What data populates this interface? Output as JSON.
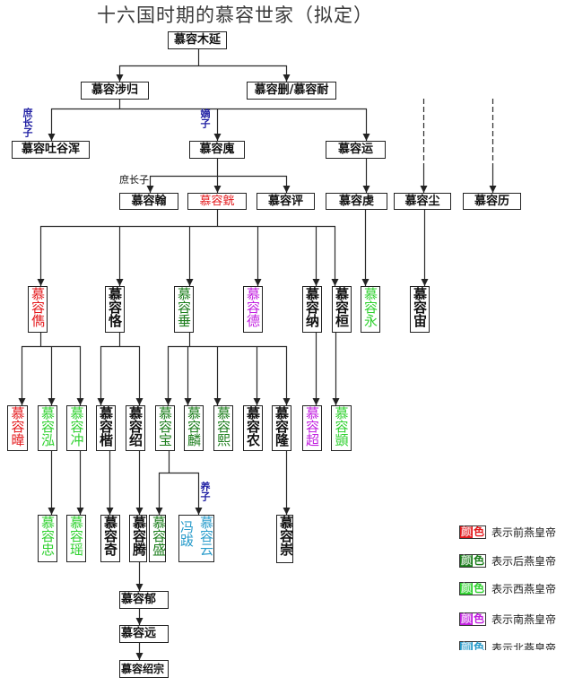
{
  "title": "十六国时期的慕容世家（拟定）",
  "dynasty_colors": {
    "none": "#111111",
    "former_yan": "#e4191c",
    "later_yan": "#1b7d1b",
    "western_yan": "#2fd12f",
    "southern_yan": "#c21fe0",
    "northern_yan": "#2a9ccb"
  },
  "people": {
    "muyan": {
      "name": "慕容木延",
      "dynasty": "none"
    },
    "shegui": {
      "name": "慕容涉归",
      "dynasty": "none"
    },
    "shannai": {
      "name": "慕容删/慕容耐",
      "dynasty": "none"
    },
    "tuyuhun": {
      "name": "慕容吐谷浑",
      "dynasty": "none"
    },
    "hui": {
      "name": "慕容廆",
      "dynasty": "none"
    },
    "yun_uncle": {
      "name": "慕容运",
      "dynasty": "none"
    },
    "han": {
      "name": "慕容翰",
      "dynasty": "none"
    },
    "huang": {
      "name": "慕容皝",
      "dynasty": "former_yan"
    },
    "ping": {
      "name": "慕容评",
      "dynasty": "none"
    },
    "qian": {
      "name": "慕容虔",
      "dynasty": "none"
    },
    "chen": {
      "name": "慕容尘",
      "dynasty": "none"
    },
    "li": {
      "name": "慕容历",
      "dynasty": "none"
    },
    "jun": {
      "name": "慕容儁",
      "dynasty": "former_yan"
    },
    "ke": {
      "name": "慕容恪",
      "dynasty": "none"
    },
    "chui": {
      "name": "慕容垂",
      "dynasty": "later_yan"
    },
    "de": {
      "name": "慕容德",
      "dynasty": "southern_yan"
    },
    "na": {
      "name": "慕容纳",
      "dynasty": "none"
    },
    "huan": {
      "name": "慕容桓",
      "dynasty": "none"
    },
    "yong": {
      "name": "慕容永",
      "dynasty": "western_yan"
    },
    "zhou": {
      "name": "慕容宙",
      "dynasty": "none"
    },
    "wei": {
      "name": "慕容暐",
      "dynasty": "former_yan"
    },
    "hong": {
      "name": "慕容泓",
      "dynasty": "western_yan"
    },
    "chong": {
      "name": "慕容冲",
      "dynasty": "western_yan"
    },
    "kai": {
      "name": "慕容楷",
      "dynasty": "none"
    },
    "shao": {
      "name": "慕容绍",
      "dynasty": "none"
    },
    "bao": {
      "name": "慕容宝",
      "dynasty": "later_yan"
    },
    "lin": {
      "name": "慕容麟",
      "dynasty": "later_yan"
    },
    "xi": {
      "name": "慕容熙",
      "dynasty": "later_yan"
    },
    "nong": {
      "name": "慕容农",
      "dynasty": "none"
    },
    "long": {
      "name": "慕容隆",
      "dynasty": "none"
    },
    "chao": {
      "name": "慕容超",
      "dynasty": "southern_yan"
    },
    "yi": {
      "name": "慕容顗",
      "dynasty": "western_yan"
    },
    "zhong": {
      "name": "慕容忠",
      "dynasty": "western_yan"
    },
    "yao": {
      "name": "慕容瑶",
      "dynasty": "western_yan"
    },
    "qi": {
      "name": "慕容奇",
      "dynasty": "none"
    },
    "teng": {
      "name": "慕容腾",
      "dynasty": "none"
    },
    "sheng": {
      "name": "慕容盛",
      "dynasty": "later_yan"
    },
    "yun": {
      "name": "慕容云",
      "alias": "冯跋",
      "dynasty": "northern_yan"
    },
    "chong2": {
      "name": "慕容崇",
      "dynasty": "none"
    },
    "yu": {
      "name": "慕容郁",
      "dynasty": "none"
    },
    "yuan": {
      "name": "慕容远",
      "dynasty": "none"
    },
    "shaozong": {
      "name": "慕容绍宗",
      "dynasty": "none"
    }
  },
  "labels": {
    "eldest_concubine_son_1": "庶长子",
    "legitimate_son": "嫡子",
    "eldest_concubine_son_2": "庶长子",
    "adopted_son": "养子"
  },
  "legend": [
    {
      "swatch_chars": [
        "颜",
        "色"
      ],
      "text": "表示前燕皇帝",
      "dynasty": "former_yan",
      "color": "#e4191c"
    },
    {
      "swatch_chars": [
        "颜",
        "色"
      ],
      "text": "表示后燕皇帝",
      "dynasty": "later_yan",
      "color": "#1b7d1b"
    },
    {
      "swatch_chars": [
        "颜",
        "色"
      ],
      "text": "表示西燕皇帝",
      "dynasty": "western_yan",
      "color": "#2fd12f"
    },
    {
      "swatch_chars": [
        "颜",
        "色"
      ],
      "text": "表示南燕皇帝",
      "dynasty": "southern_yan",
      "color": "#c21fe0"
    },
    {
      "swatch_chars": [
        "颜",
        "色"
      ],
      "text": "表示北燕皇帝",
      "dynasty": "northern_yan",
      "color": "#2a9ccb"
    }
  ]
}
